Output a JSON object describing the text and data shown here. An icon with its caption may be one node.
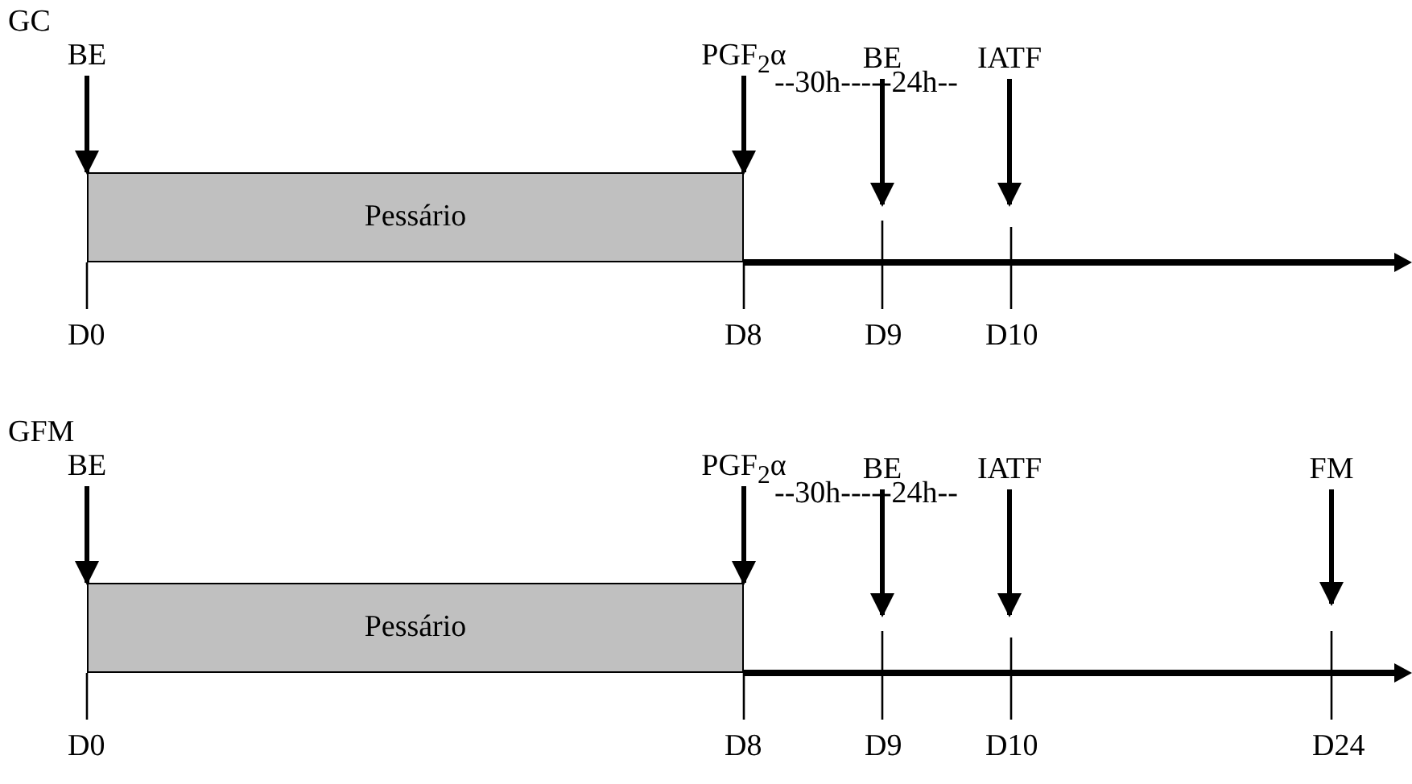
{
  "diagram": {
    "nodes": [
      {
        "text": [
          "BE"
        ]
      },
      {
        "text": [
          "Pessário"
        ]
      },
      {
        "text": [
          "PGF$_{2}$α"
        ]
      },
      {
        "text": [
          "BE"
        ]
      },
      {
        "text": [
          "IATF"
        ]
      },
      {
        "text": [
          "BE"
        ]
      },
      {
        "text": [
          "Pessário"
        ]
      },
      {
        "text": [
          "PGF$_{2}$α"
        ]
      },
      {
        "text": [
          "BE"
        ]
      },
      {
        "text": [
          "IATF"
        ]
      },
      {
        "text": [
          "FM"
        ]
      }
    ],
    "edges": [
      {
        "from": 0,
        "to": 1,
        "arrow": "to"
      },
      {
        "from": 2,
        "to": 1,
        "arrow": "to"
      },
      {
        "from": 3,
        "to": null,
        "arrow": "to"
      },
      {
        "from": 4,
        "to": null,
        "arrow": "to"
      },
      {
        "from": 5,
        "to": 6,
        "arrow": "to"
      },
      {
        "from": 7,
        "to": 6,
        "arrow": "to"
      },
      {
        "from": 8,
        "to": null,
        "arrow": "to"
      },
      {
        "from": 9,
        "to": null,
        "arrow": "to"
      },
      {
        "from": 10,
        "to": null,
        "arrow": "to"
      }
    ],
    "labels": [
      "GC",
      "--30h-----24h--",
      "D0",
      "D8",
      "D9",
      "D10",
      "GFM",
      "--30h-----24h--",
      "D0",
      "D8",
      "D9",
      "D10",
      "D24"
    ]
  }
}
